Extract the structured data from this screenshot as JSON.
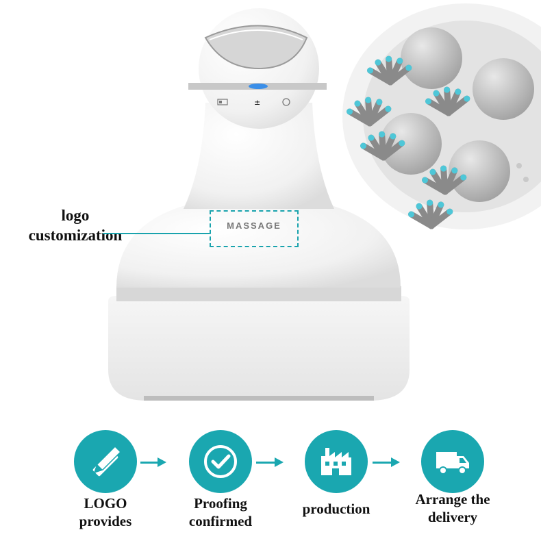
{
  "product": {
    "imprint_text": "MASSAGE",
    "button_labels": [
      "±"
    ]
  },
  "callout": {
    "line1": "logo",
    "line2": "customization"
  },
  "steps": [
    {
      "icon": "pencil-ruler-icon",
      "line1": "LOGO",
      "line2": "provides"
    },
    {
      "icon": "checkmark-icon",
      "line1": "Proofing",
      "line2": "confirmed"
    },
    {
      "icon": "factory-icon",
      "line1": "production",
      "line2": ""
    },
    {
      "icon": "truck-icon",
      "line1": "Arrange the",
      "line2": "delivery"
    }
  ],
  "colors": {
    "accent": "#1aa7b0",
    "indicator": "#3a8ee8",
    "bristle_tip": "#4ec7d8"
  }
}
